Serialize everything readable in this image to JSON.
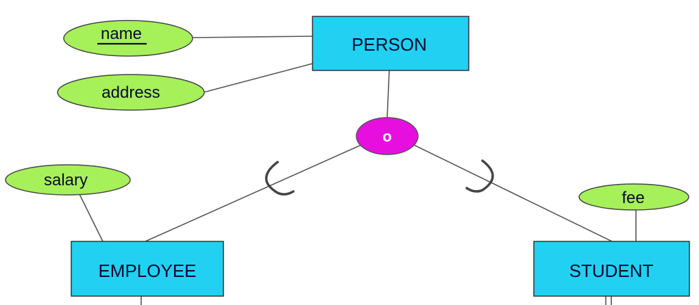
{
  "entities": {
    "person": {
      "label": "PERSON"
    },
    "employee": {
      "label": "EMPLOYEE"
    },
    "student": {
      "label": "STUDENT"
    }
  },
  "attributes": {
    "name": {
      "label": "name",
      "key": true
    },
    "address": {
      "label": "address"
    },
    "salary": {
      "label": "salary"
    },
    "fee": {
      "label": "fee"
    }
  },
  "specialization": {
    "label": "o",
    "constraint": "overlapping"
  },
  "colors": {
    "entity_fill": "#22d0f2",
    "attribute_fill": "#a6f05a",
    "overlap_fill": "#e60fe0",
    "stroke": "#444444"
  }
}
